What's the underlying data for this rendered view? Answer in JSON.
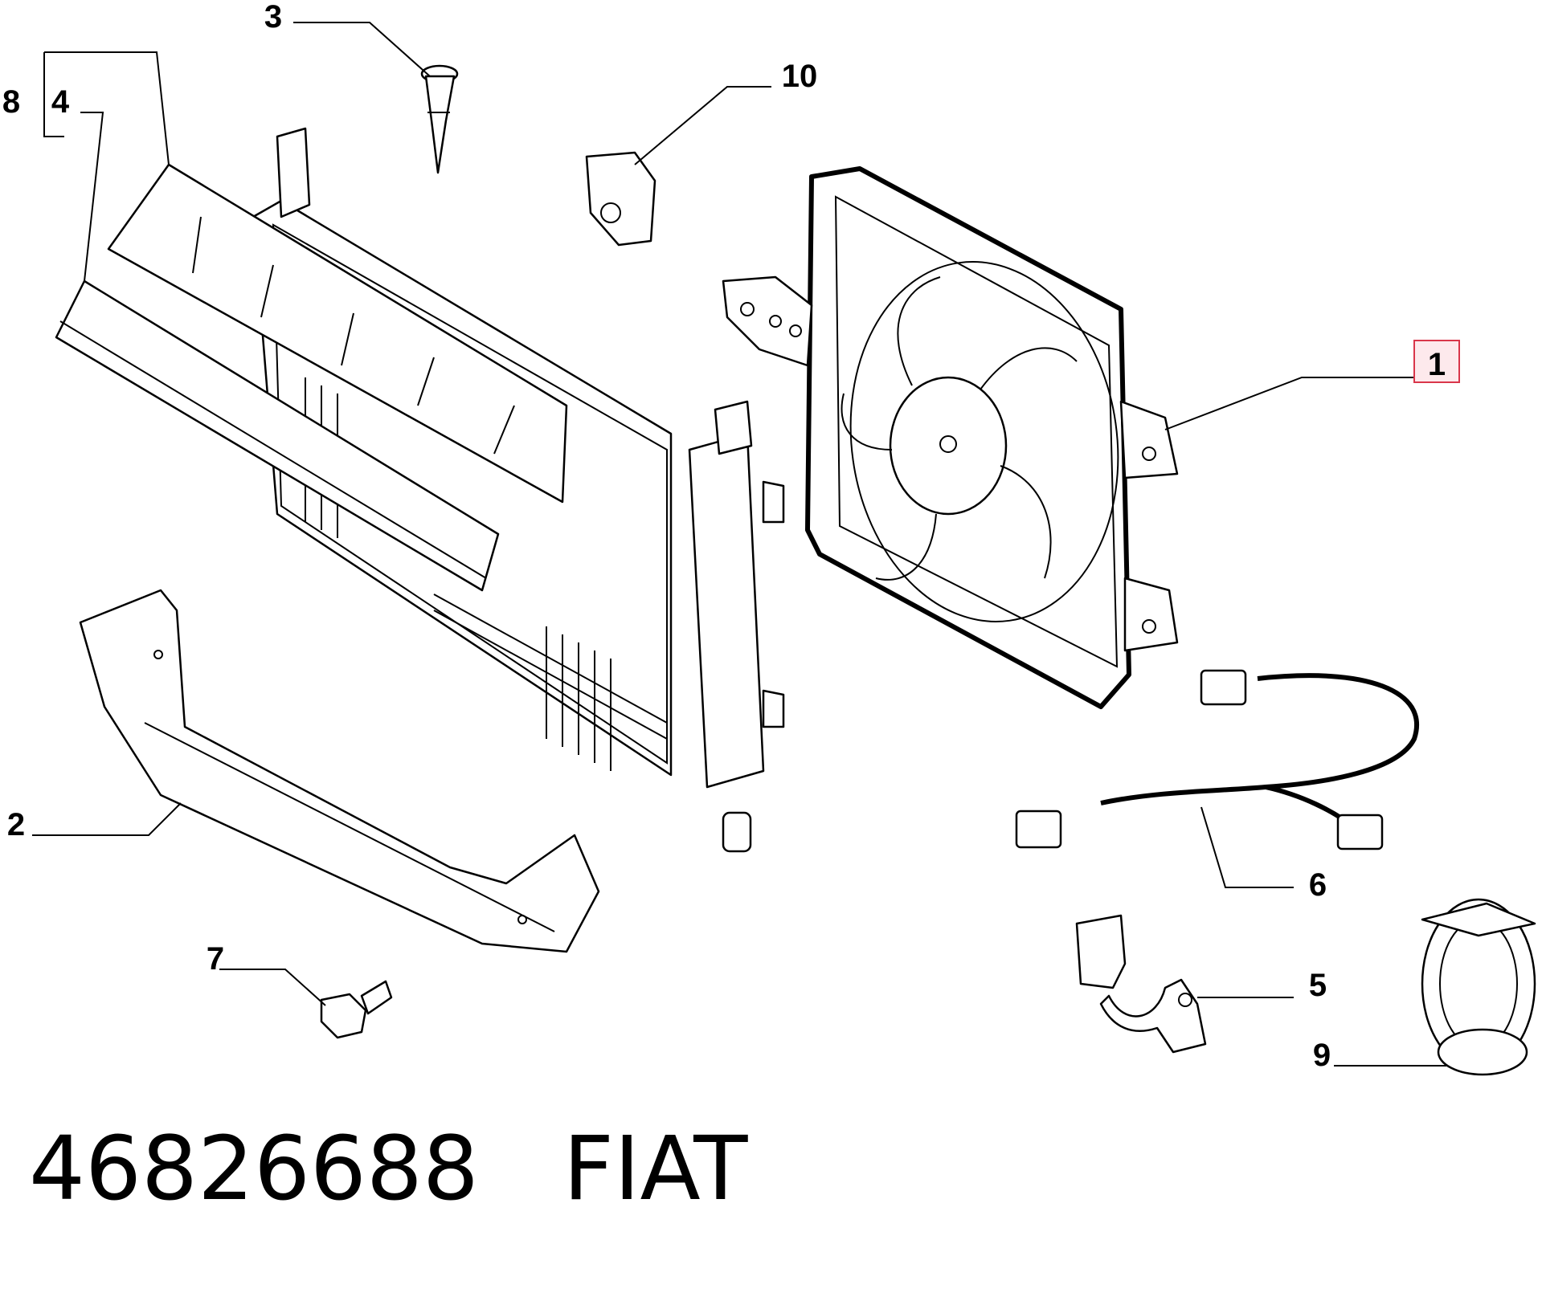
{
  "callouts": [
    {
      "id": "1",
      "text": "1",
      "highlighted": true
    },
    {
      "id": "2",
      "text": "2"
    },
    {
      "id": "3",
      "text": "3"
    },
    {
      "id": "4",
      "text": "4"
    },
    {
      "id": "5",
      "text": "5"
    },
    {
      "id": "6",
      "text": "6"
    },
    {
      "id": "7",
      "text": "7"
    },
    {
      "id": "8",
      "text": "8"
    },
    {
      "id": "9",
      "text": "9"
    },
    {
      "id": "10",
      "text": "10"
    }
  ],
  "caption": {
    "part_number": "46826688",
    "brand": "FIAT"
  },
  "colors": {
    "line": "#000000",
    "highlight_border": "#d9364a",
    "highlight_fill": "#fde9ec",
    "background": "#ffffff"
  }
}
